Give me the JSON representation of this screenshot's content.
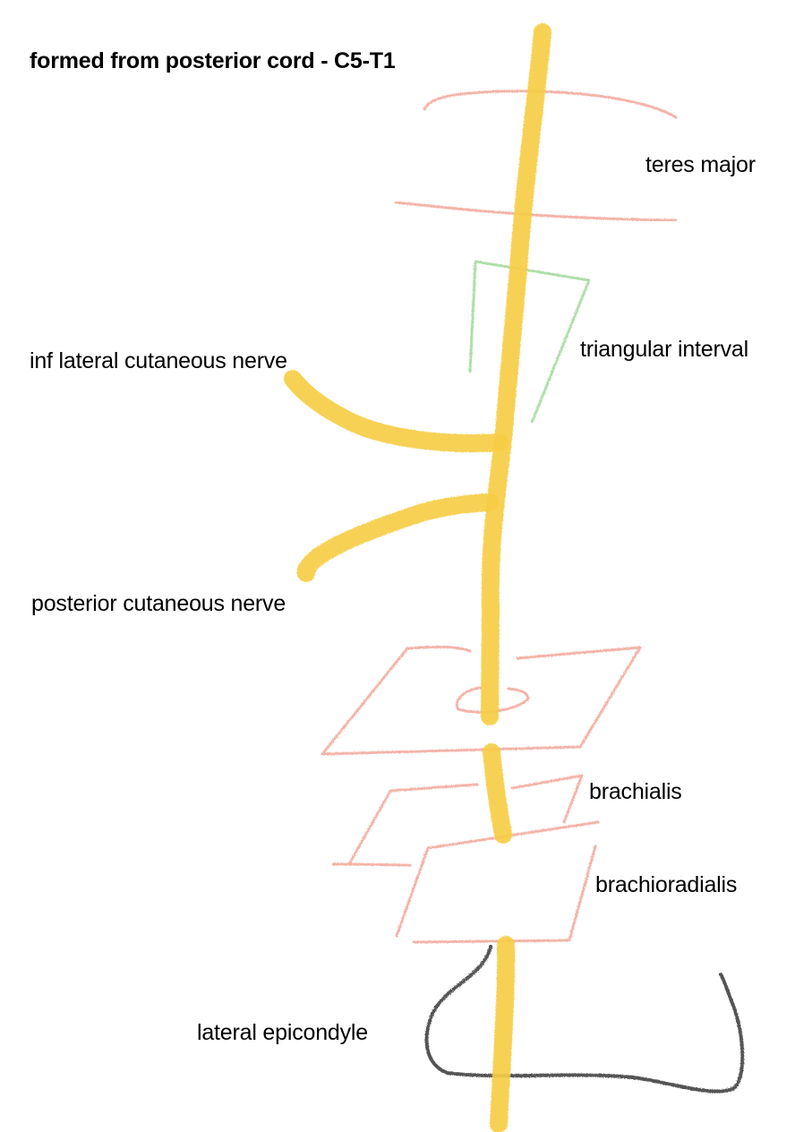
{
  "title": "formed from posterior cord - C5-T1",
  "labels": {
    "teres_major": "teres major",
    "triangular_interval": "triangular interval",
    "inf_lateral_cutaneous_nerve": "inf lateral cutaneous nerve",
    "posterior_cutaneous_nerve": "posterior cutaneous nerve",
    "brachialis": "brachialis",
    "brachioradialis": "brachioradialis",
    "lateral_epicondyle": "lateral epicondyle"
  },
  "colors": {
    "nerve": "#f6cd44",
    "muscle": "#ef9a8c",
    "triangular_interval": "#9fd99a",
    "bone": "#2b2b2b",
    "text": "#000000",
    "background": "#ffffff"
  }
}
